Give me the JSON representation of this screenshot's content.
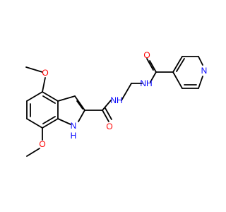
{
  "molecule": {
    "atoms": {
      "o_top_carbonyl": {
        "text": "O",
        "color": "#ff0000"
      },
      "n_pyridine": {
        "text": "N",
        "color": "#0000ff"
      },
      "n_amide_right": {
        "text": "NH",
        "color": "#0000ff"
      },
      "o_methoxy_upper": {
        "text": "O",
        "color": "#ff0000"
      },
      "n_amide_left": {
        "text": "NH",
        "color": "#0000ff"
      },
      "o_carbonyl_lower": {
        "text": "O",
        "color": "#ff0000"
      },
      "o_methoxy_lower": {
        "text": "O",
        "color": "#ff0000"
      },
      "n_indole": {
        "text": "H",
        "color": "#0000ff"
      },
      "n_indole_n": {
        "text": "N",
        "color": "#0000ff"
      }
    }
  }
}
